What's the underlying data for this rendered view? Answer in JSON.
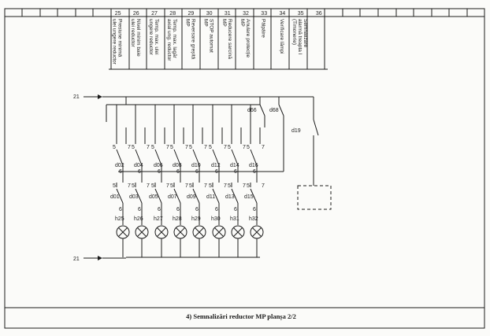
{
  "header": {
    "columns": [
      {
        "num": "25",
        "lines": [
          "Presiune minimă",
          "ulei ungere reductor"
        ]
      },
      {
        "num": "26",
        "lines": [
          "Nivel minim baie",
          "ulei reductor"
        ]
      },
      {
        "num": "27",
        "lines": [
          "Temp. max. ulei",
          "ungere reductor"
        ]
      },
      {
        "num": "28",
        "lines": [
          "Temp. max. lagăr",
          "axial ung. reductor"
        ]
      },
      {
        "num": "29",
        "lines": [
          "Reversare greșită",
          "MP"
        ]
      },
      {
        "num": "30",
        "lines": [
          "STOP automat",
          "MP"
        ]
      },
      {
        "num": "31",
        "lines": [
          "Reducere sarcină",
          "MP"
        ]
      },
      {
        "num": "32",
        "lines": [
          "Anulare protecție",
          "MP"
        ]
      },
      {
        "num": "33",
        "lines": [
          "Pâlpâire"
        ]
      },
      {
        "num": "34",
        "lines": [
          "Verificare lămpi"
        ]
      },
      {
        "num": "35",
        "lines": [
          "Semnalizare",
          "alarmă treapta I",
          "(Timonerie)"
        ]
      },
      {
        "num": "36",
        "lines": []
      }
    ]
  },
  "diagram": {
    "bus_top_label": "21",
    "bus_bottom_label": "21",
    "relay_top": [
      "d02",
      "d04",
      "d06",
      "d08",
      "d10",
      "d12",
      "d14",
      "d16"
    ],
    "relay_bottom": [
      "d01",
      "d03",
      "d05",
      "d07",
      "d09",
      "d11",
      "d13",
      "d15"
    ],
    "lamps": [
      "h25",
      "h26",
      "h27",
      "h28",
      "h29",
      "h30",
      "h31",
      "h32"
    ],
    "contact_top_left": "d66",
    "contact_top_right": "d68",
    "contact_right": "d19",
    "pin_5": "5",
    "pin_6": "6",
    "pin_7": "7"
  },
  "caption": "4) Semnalizări reductor MP planșa 2/2"
}
